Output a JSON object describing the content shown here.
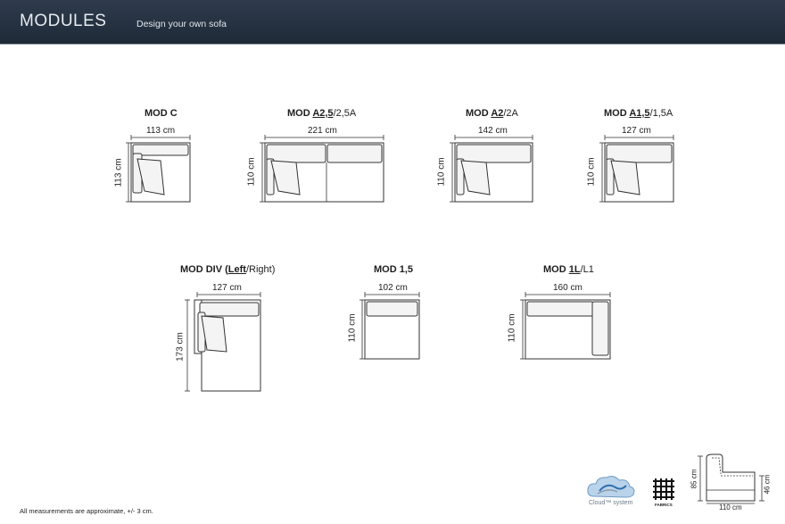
{
  "header": {
    "title": "MODULES",
    "subtitle": "Design your own sofa"
  },
  "modules": {
    "mod_c": {
      "label": "MOD C",
      "width": "113 cm",
      "depth": "113 cm"
    },
    "mod_a25": {
      "prefix": "MOD ",
      "primary": "A2,5",
      "rest": "/2,5A",
      "width": "221 cm",
      "depth": "110 cm"
    },
    "mod_a2": {
      "prefix": "MOD ",
      "primary": "A2",
      "rest": "/2A",
      "width": "142 cm",
      "depth": "110 cm"
    },
    "mod_a15": {
      "prefix": "MOD ",
      "primary": "A1,5",
      "rest": "/1,5A",
      "width": "127 cm",
      "depth": "110 cm"
    },
    "mod_div": {
      "prefix": "MOD DIV (",
      "primary": "Left",
      "rest": "/Right)",
      "width": "127 cm",
      "depth": "173 cm"
    },
    "mod_15": {
      "label": "MOD 1,5",
      "width": "102 cm",
      "depth": "110 cm"
    },
    "mod_1l": {
      "prefix": "MOD ",
      "primary": "1L",
      "rest": "/L1",
      "width": "160 cm",
      "depth": "110 cm"
    }
  },
  "profile": {
    "height": "85 cm",
    "seat_height": "46 cm",
    "depth": "110 cm"
  },
  "footer": {
    "note": "All measurements are approximate, +/- 3 cm.",
    "cloud_logo": "Cloud™ system",
    "fabrics_logo": "FABRICS"
  },
  "icons": {
    "cloud": "cloud-system-logo-icon",
    "fabrics": "fabrics-grid-logo-icon"
  }
}
